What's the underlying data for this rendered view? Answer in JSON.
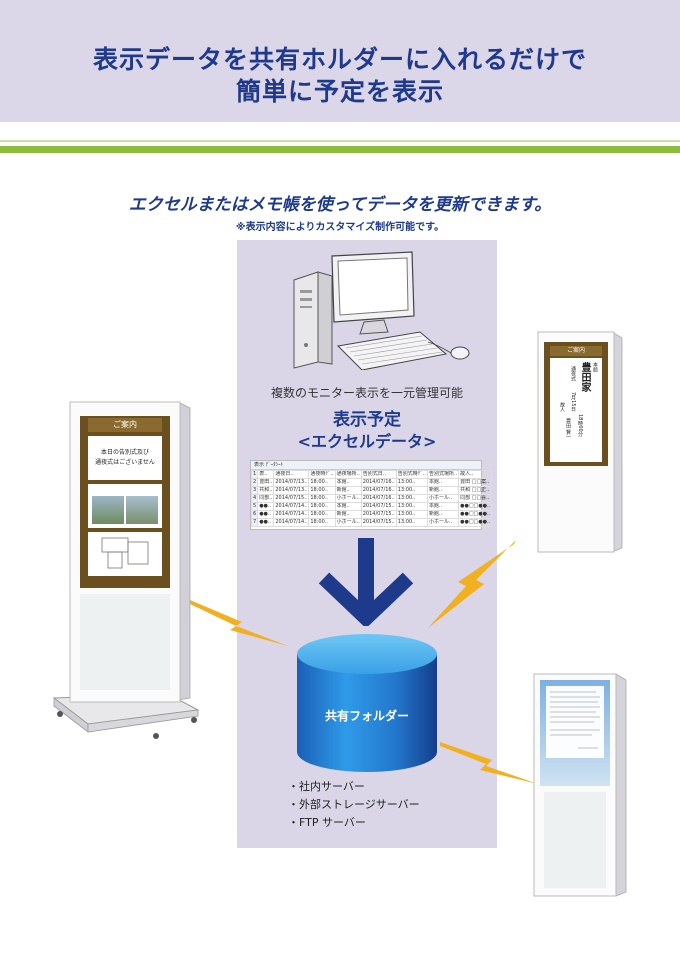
{
  "header": {
    "line1": "表示データを共有ホルダーに入れるだけで",
    "line2": "簡単に予定を表示"
  },
  "subtitle": "エクセルまたはメモ帳を使ってデータを更新できます。",
  "note": "※表示内容によりカスタマイズ制作可能です。",
  "caption": "複数のモニター表示を一元管理可能",
  "schedule": {
    "title": "表示予定",
    "subtitle": "<エクセルデータ>"
  },
  "spreadsheet": {
    "tab": "表示 ﾃﾞｰﾀｼｰﾄ",
    "header": [
      "表..",
      "通夜日..",
      "通夜時ﾃﾞ..",
      "通夜場所..",
      "告別式日..",
      "告別式時ﾃﾞ..",
      "告別式場所..",
      "故人.."
    ],
    "rows": [
      [
        "豊田..",
        "2014/07/13..",
        "18:00..",
        "本館..",
        "2014/07/16..",
        "13:00..",
        "本館..",
        "豊田 □□案.."
      ],
      [
        "共和..",
        "2014/07/13..",
        "18:00..",
        "新館..",
        "2014/07/16..",
        "13:00..",
        "新館..",
        "共和 □□正.."
      ],
      [
        "同部..",
        "2014/07/15..",
        "18:00..",
        "小ホール..",
        "2014/07/16..",
        "13:00..",
        "小ホール..",
        "同部 □□喜.."
      ],
      [
        "●●..",
        "2014/07/14..",
        "18:00..",
        "本館..",
        "2014/07/15..",
        "13:00..",
        "本館..",
        "●●□□●●.."
      ],
      [
        "●●..",
        "2014/07/14..",
        "18:00..",
        "新館..",
        "2014/07/15..",
        "13:00..",
        "新館..",
        "●●□□●●.."
      ],
      [
        "●●..",
        "2014/07/14..",
        "18:00..",
        "小ホール..",
        "2014/07/15..",
        "13:00..",
        "小ホール..",
        "●●□□●●.."
      ]
    ]
  },
  "folder": {
    "label": "共有フォルダー"
  },
  "servers": [
    "・社内サーバー",
    "・外部ストレージサーバー",
    "・FTP サーバー"
  ],
  "kiosk_left": {
    "header": "ご案内",
    "message_line1": "本日の告別式及び",
    "message_line2": "通夜式はございません"
  },
  "kiosk_right_top": {
    "header": "ご案内",
    "hall": "本館",
    "family": "豊田家",
    "ceremony": "通夜式",
    "date": "7月15日",
    "time": "18時00分",
    "deceased_label": "故人",
    "deceased": "豊田 賢一"
  },
  "colors": {
    "header_band": "#dcd7e8",
    "title_blue": "#1f3a8c",
    "accent_green": "#8cbc3c",
    "panel": "#dad6e8",
    "arrow": "#1e3a8a",
    "cylinder": "#2a8ad8",
    "lightning": "#f0b020",
    "kiosk_frame": "#6b4f1e"
  },
  "icons": [
    "desktop-computer-icon",
    "down-arrow-icon",
    "database-cylinder-icon",
    "lightning-bolt-icon"
  ]
}
